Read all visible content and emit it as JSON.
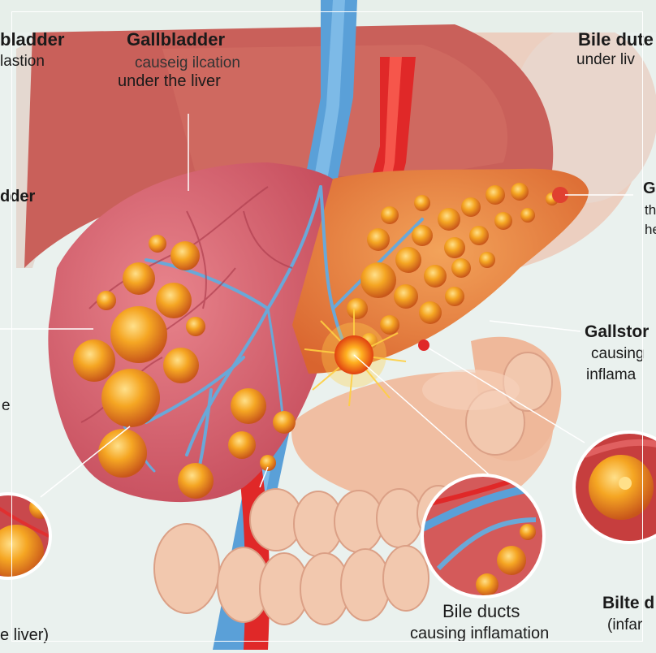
{
  "labels": {
    "top_center_title": "Gallbladder",
    "top_center_line2": "causeig ilcation",
    "top_center_line3": "under the liver",
    "top_left_line1": "bladder",
    "top_left_line2": "lastion",
    "top_right_line1": "Bile dute",
    "top_right_line2": "under liv",
    "mid_left": "dder",
    "right_mid_line1": "G",
    "right_mid_line2": "th",
    "right_mid_line3": "he",
    "gallstone_line1": "Gallstor",
    "gallstone_line2": "causing",
    "gallstone_line3": "inflama",
    "left_low": "e",
    "bottom_left": "e liver)",
    "bottom_center_line1": "Bile ducts",
    "bottom_center_line2": "causing inflamation",
    "bottom_right_line1": "Bilte d",
    "bottom_right_line2": "(infar"
  },
  "colors": {
    "background": "#eaf1ee",
    "liver": "#d8596a",
    "gallstone": "#f0a030",
    "bile_duct": "#5aa0d8",
    "artery": "#e02828",
    "intestine": "#f2c2a6"
  }
}
